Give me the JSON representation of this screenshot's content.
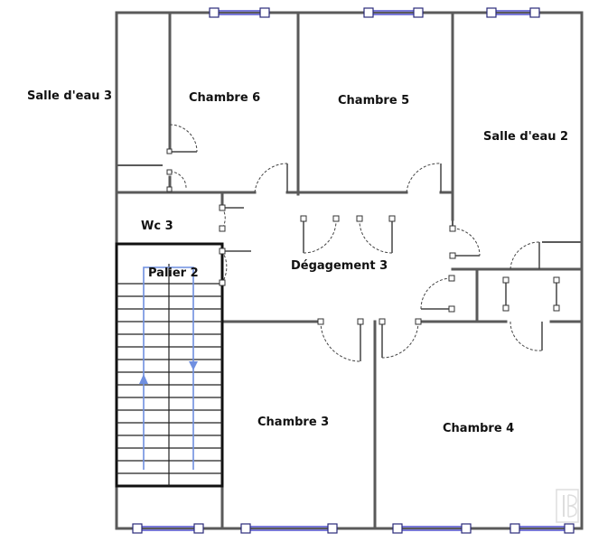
{
  "rooms": {
    "salle_deau_3": "Salle d'eau 3",
    "chambre_6": "Chambre 6",
    "chambre_5": "Chambre 5",
    "salle_deau_2": "Salle d'eau 2",
    "wc_3": "Wc 3",
    "palier_2": "Palier 2",
    "degagement_3": "Dégagement 3",
    "chambre_3": "Chambre 3",
    "chambre_4": "Chambre 4"
  },
  "colors": {
    "wall": "#5a5a5a",
    "stair_wall": "#111111",
    "window_glass": "#7a7ad8",
    "stair_arrow": "#6f8fe0"
  },
  "watermark_brand": "IB"
}
